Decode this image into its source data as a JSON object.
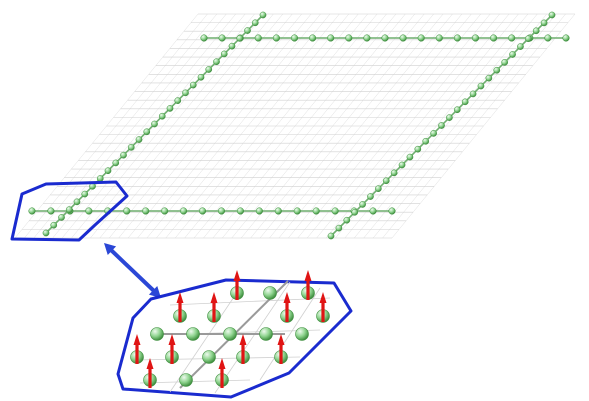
{
  "diagram": {
    "colors": {
      "background": "#ffffff",
      "grid_line": "#d0d0d0",
      "atom_fill": "#7ec97e",
      "atom_stroke": "#3f8f3f",
      "atom_highlight": "#e3f7e3",
      "bond": "#6fae6f",
      "outline": "#1a2bcf",
      "arrow": "#2b47d6",
      "spin": "#e01414"
    },
    "elements": {
      "sheet": "lattice-sheet",
      "chains": "atom-chains",
      "selection": "hexagonal-selection",
      "connector": "double-headed-arrow",
      "magnified": "magnified-hexagon-with-spins"
    }
  }
}
